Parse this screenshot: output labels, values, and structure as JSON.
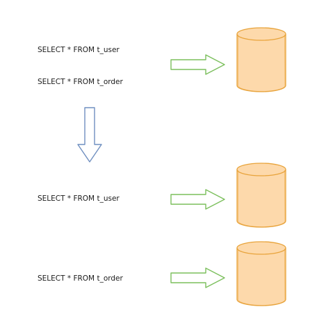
{
  "diagram": {
    "before": {
      "queries": [
        "SELECT * FROM t_user",
        "SELECT * FROM t_order"
      ]
    },
    "after": [
      {
        "query": "SELECT * FROM t_user"
      },
      {
        "query": "SELECT * FROM t_order"
      }
    ],
    "colors": {
      "database_fill": "#fdd9ab",
      "database_stroke": "#e8a33a",
      "right_arrow_stroke": "#7bbf5c",
      "down_arrow_stroke": "#6f8fc0",
      "text": "#1a1a1a"
    }
  }
}
